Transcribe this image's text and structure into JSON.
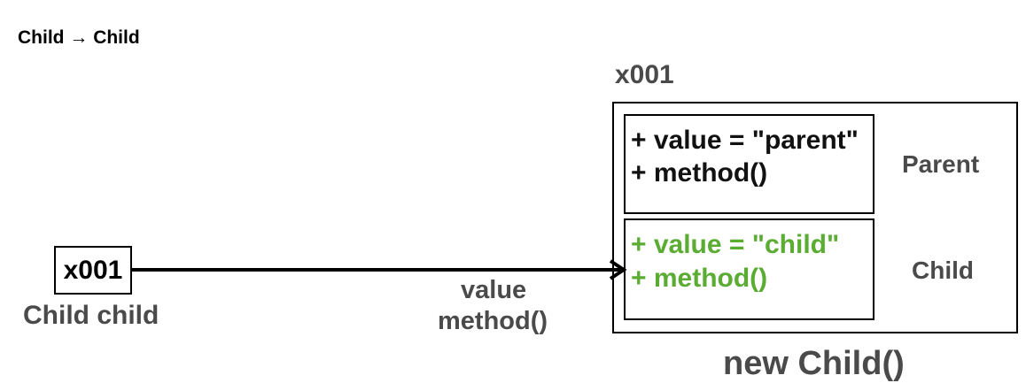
{
  "heading": {
    "from": "Child",
    "arrow": "→",
    "to": "Child"
  },
  "instance": {
    "address": "x001",
    "parent_section": {
      "label": "Parent",
      "lines": [
        "+ value = \"parent\"",
        "+ method()"
      ]
    },
    "child_section": {
      "label": "Child",
      "lines": [
        "+ value = \"child\"",
        "+ method()"
      ]
    },
    "constructor_label": "new Child()"
  },
  "reference": {
    "value": "x001",
    "declaration": "Child child"
  },
  "access": {
    "member_1": "value",
    "member_2": "method()"
  },
  "colors": {
    "child_members": "#5aac33",
    "labels": "#4a4a4a"
  }
}
